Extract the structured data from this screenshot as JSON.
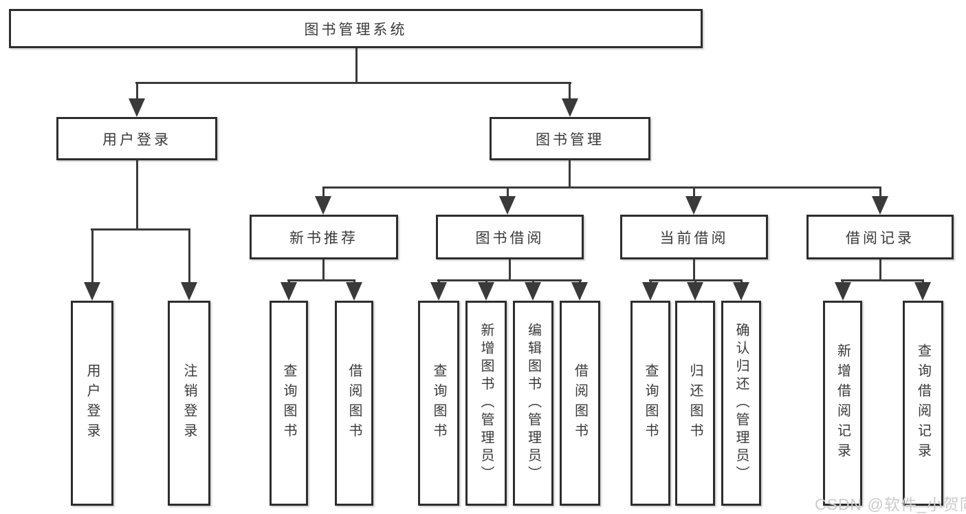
{
  "watermark": {
    "text": "CSDN @软件_小贺同学"
  },
  "colors": {
    "background": "#ffffff",
    "box_border": "#2d2d2d",
    "connector_line": "#3a3a3a",
    "text": "#3a3a3a",
    "watermark": "#cbcbcb"
  },
  "diagram": {
    "type": "tree",
    "root": {
      "label": "图书管理系统",
      "children": [
        {
          "label": "用户登录",
          "children": [
            {
              "label": "用户登录"
            },
            {
              "label": "注销登录"
            }
          ]
        },
        {
          "label": "图书管理",
          "children": [
            {
              "label": "新书推荐",
              "children": [
                {
                  "label": "查询图书"
                },
                {
                  "label": "借阅图书"
                }
              ]
            },
            {
              "label": "图书借阅",
              "children": [
                {
                  "label": "查询图书"
                },
                {
                  "label": "新增图书（管理员）"
                },
                {
                  "label": "编辑图书（管理员）"
                },
                {
                  "label": "借阅图书"
                }
              ]
            },
            {
              "label": "当前借阅",
              "children": [
                {
                  "label": "查询图书"
                },
                {
                  "label": "归还图书"
                },
                {
                  "label": "确认归还（管理员）"
                }
              ]
            },
            {
              "label": "借阅记录",
              "children": [
                {
                  "label": "新增借阅记录"
                },
                {
                  "label": "查询借阅记录"
                }
              ]
            }
          ]
        }
      ]
    }
  }
}
